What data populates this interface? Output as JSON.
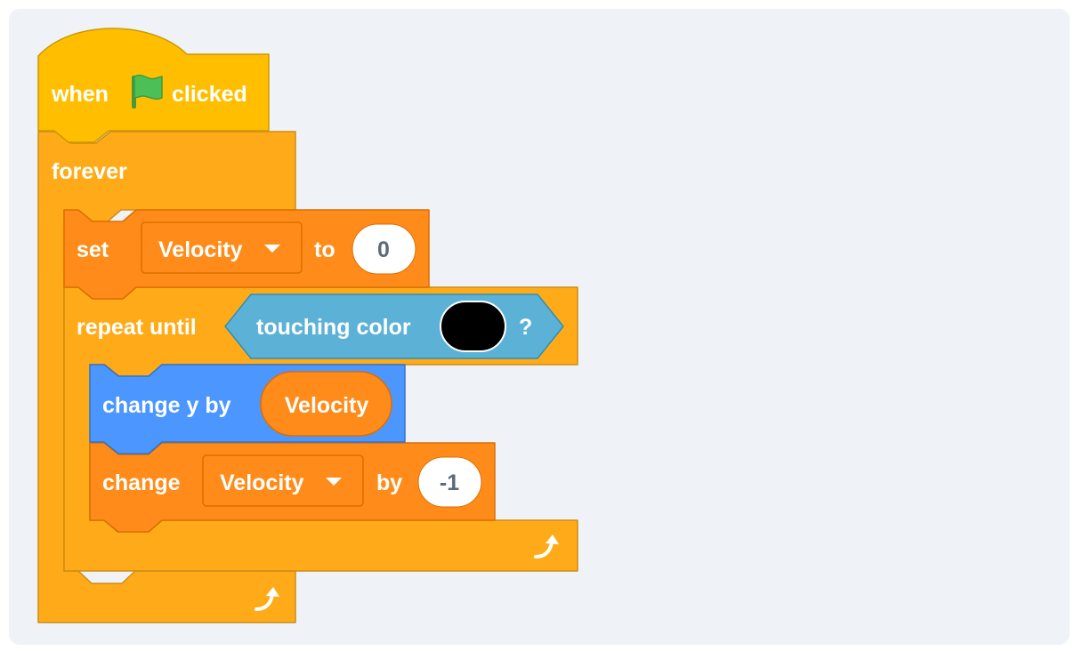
{
  "script": {
    "hat": {
      "before_flag": "when",
      "after_flag": "clicked",
      "flag_icon": "green-flag-icon"
    },
    "forever": {
      "label": "forever"
    },
    "set_block": {
      "label": "set",
      "variable": "Velocity",
      "to_label": "to",
      "value": "0"
    },
    "repeat_until": {
      "label": "repeat until",
      "condition_label": "touching color",
      "condition_suffix": "?",
      "color": "#000000"
    },
    "change_y": {
      "label": "change y by",
      "reporter": "Velocity"
    },
    "change_var": {
      "label": "change",
      "variable": "Velocity",
      "by_label": "by",
      "value": "-1"
    }
  },
  "colors": {
    "events": "#ffbf00",
    "control": "#ffab19",
    "variables": "#ff8c1a",
    "motion": "#4c97ff",
    "sensing": "#5cb1d6",
    "canvas": "#eff2f7"
  }
}
